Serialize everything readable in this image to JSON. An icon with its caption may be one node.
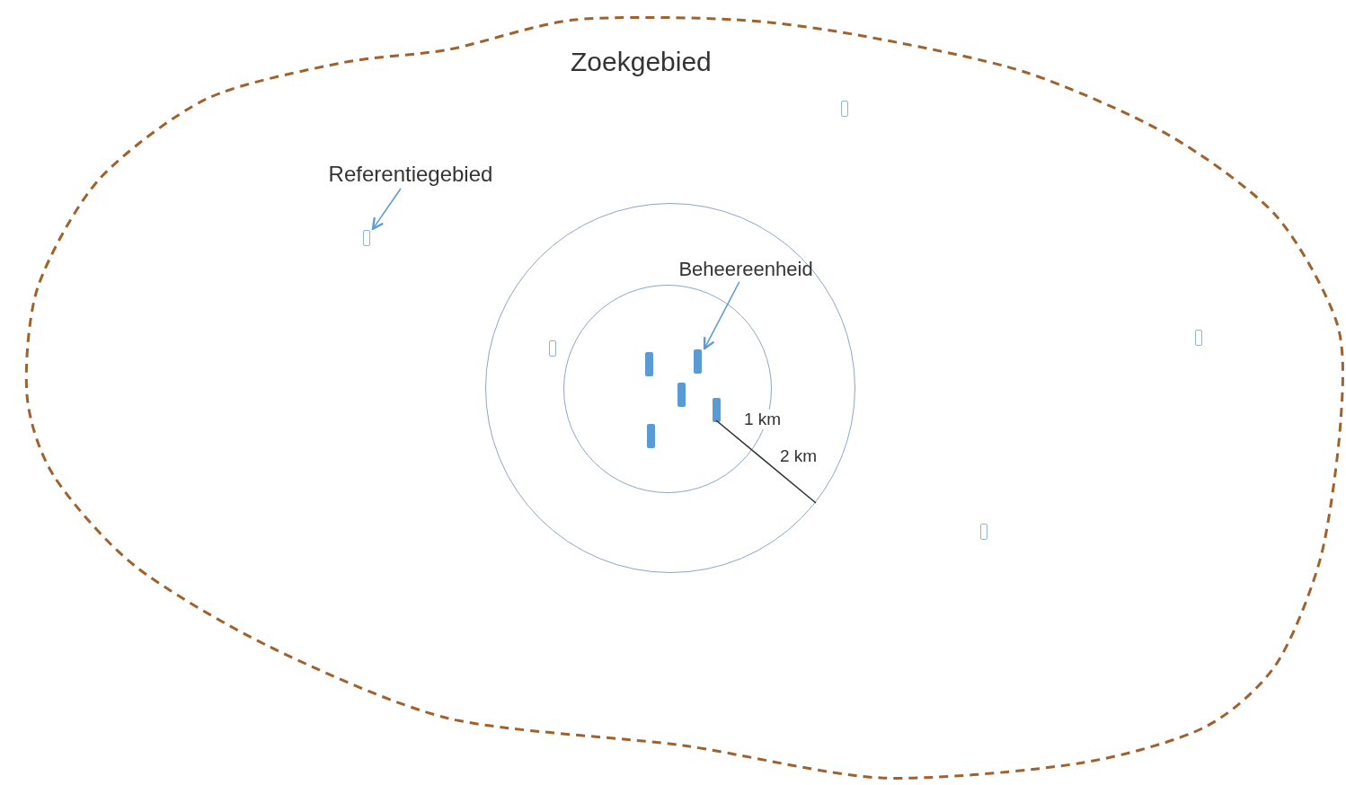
{
  "diagram": {
    "nodes": [
      {
        "text": [
          "Zoekgebied"
        ]
      },
      {
        "text": [],
        "shape": "bar",
        "in": 0
      },
      {
        "text": [
          "Referentiegebied"
        ],
        "in": 0
      },
      {
        "text": [],
        "shape": "bar",
        "in": 0
      },
      {
        "text": [],
        "shape": "circle",
        "in": 0
      },
      {
        "text": [],
        "shape": "circle",
        "in": 4
      },
      {
        "text": [
          "Beheereenheid"
        ],
        "in": 4
      },
      {
        "text": [],
        "shape": "bar",
        "in": 4
      },
      {
        "text": [],
        "shape": "bar",
        "in": 5
      },
      {
        "text": [],
        "shape": "bar",
        "in": 5
      },
      {
        "text": [],
        "shape": "bar",
        "in": 5
      },
      {
        "text": [],
        "shape": "bar",
        "in": 5
      },
      {
        "text": [],
        "shape": "bar",
        "in": 5
      },
      {
        "text": [],
        "shape": "bar",
        "in": 0
      },
      {
        "text": [],
        "shape": "bar",
        "in": 0
      }
    ],
    "edges": [
      {
        "from": 2,
        "to": 3,
        "arrow": "to"
      },
      {
        "from": 6,
        "to": 9,
        "arrow": "to"
      }
    ],
    "labels": [
      "1 km",
      "2 km"
    ]
  }
}
